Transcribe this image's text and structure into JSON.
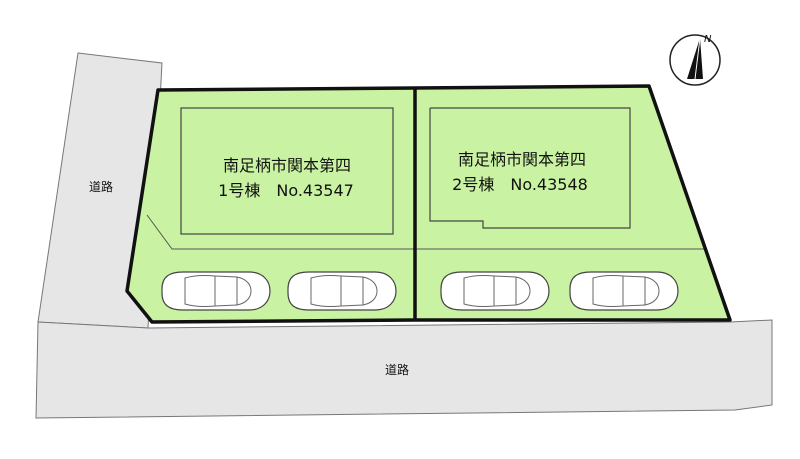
{
  "roads": {
    "left_label": "道路",
    "bottom_label": "道路"
  },
  "lots": [
    {
      "line1": "南足柄市関本第四",
      "line2": "1号棟　No.43547"
    },
    {
      "line1": "南足柄市関本第四",
      "line2": "2号棟　No.43548"
    }
  ],
  "compass": {
    "label": "N"
  },
  "colors": {
    "road": "#e6e6e6",
    "lot_fill": "#c9f3a2",
    "boundary": "#111111"
  }
}
